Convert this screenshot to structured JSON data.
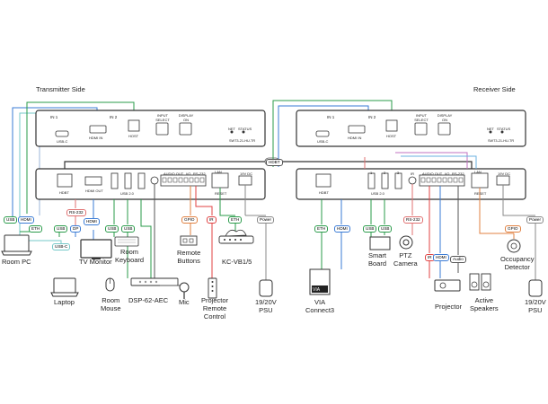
{
  "sides": {
    "tx": "Transmitter Side",
    "rx": "Receiver Side"
  },
  "hdbt_link": "HDBT",
  "tx_front": {
    "in1": "IN 1",
    "in2": "IN 2",
    "usbc": "USB-C",
    "hdmi_in": "HDMI IN",
    "host": "HOST",
    "input_select": "INPUT SELECT",
    "display_on": "DISPLAY ON",
    "net": "NET",
    "status": "STATUS",
    "model": "SWT3-21-HU-TR"
  },
  "tx_rear": {
    "hdbt": "HDBT",
    "hdmi_out": "HDMI OUT",
    "usb20": "USB 2.0",
    "audio_out": "AUDIO OUT",
    "io": "I/O",
    "rs232": "RS-232",
    "lan": "LAN",
    "dc": "19V DC",
    "reset": "RESET"
  },
  "rx_front": {
    "in1": "IN 1",
    "in2": "IN 2",
    "usbc": "USB-C",
    "hdmi_in": "HDMI IN",
    "host": "HOST",
    "input_select": "INPUT SELECT",
    "display_on": "DISPLAY ON",
    "net": "NET",
    "status": "STATUS",
    "model": "SWT3-21-HU-TR"
  },
  "rx_rear": {
    "hdbt": "HDBT",
    "usb20": "USB 2.0",
    "ir": "IR",
    "audio_out": "AUDIO OUT",
    "io": "I/O",
    "rs232": "RS-232",
    "lan": "LAN",
    "dc": "19V DC",
    "reset": "RESET",
    "port1": "1",
    "port2": "2",
    "port3": "3"
  },
  "tags": {
    "usb1": "USB",
    "hdmi1": "HDMI",
    "eth1": "ETH",
    "usb2": "USB",
    "dp": "DP",
    "usbc": "USB-C",
    "hdmi2": "HDMI",
    "rs232a": "RS-232",
    "usb3": "USB",
    "usb4": "USB",
    "gpio1": "GPIO",
    "ir1": "IR",
    "eth2": "ETH",
    "power1": "Power",
    "eth3": "ETH",
    "hdmi3": "HDMI",
    "usb5": "USB",
    "usb6": "USB",
    "rs232b": "RS-232",
    "ir2": "IR",
    "hdmi4": "HDMI",
    "audio": "Audio",
    "gpio2": "GPIO",
    "power2": "Power"
  },
  "devices": {
    "room_pc": "Room PC",
    "laptop": "Laptop",
    "tv_monitor": "TV Monitor",
    "room_keyboard": "Room\nKeyboard",
    "room_mouse": "Room\nMouse",
    "dsp": "DSP-62-AEC",
    "mic": "Mic",
    "remote_buttons": "Remote\nButtons",
    "projector_remote": "Projector\nRemote\nControl",
    "kc": "KC-VB1/5",
    "psu_tx": "19/20V\nPSU",
    "via": "VIA\nConnect3",
    "via_badge": "VIA",
    "smart_board": "Smart\nBoard",
    "ptz": "PTZ\nCamera",
    "projector": "Projector",
    "speakers": "Active\nSpeakers",
    "occupancy": "Occupancy\nDetector",
    "psu_rx": "19/20V\nPSU"
  }
}
